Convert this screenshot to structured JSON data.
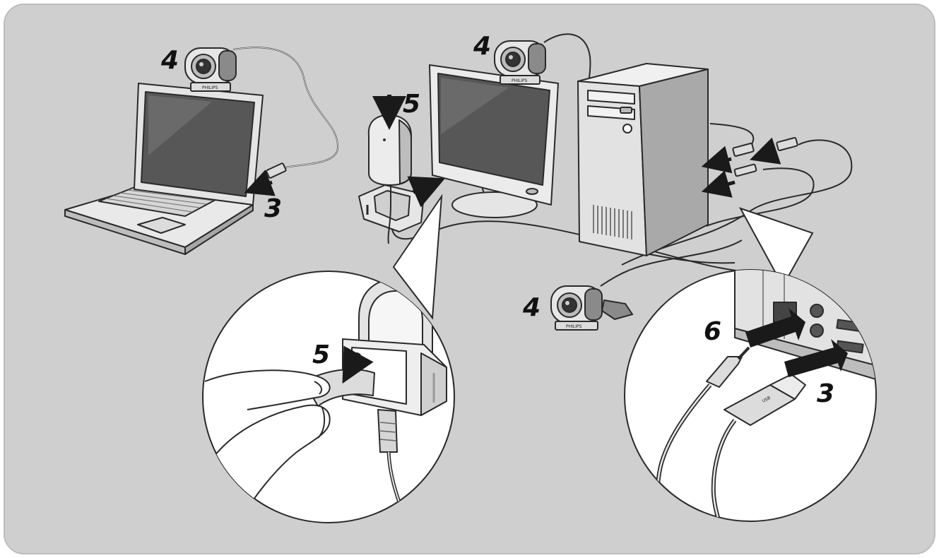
{
  "colors": {
    "panel": "#cfcfcf",
    "panel_border": "#bdbdbd",
    "device_light": "#ececec",
    "device_mid": "#bfbfbf",
    "device_dark": "#6f6f6f",
    "screen": "#575757",
    "outline": "#2a2a2a",
    "arrow": "#1a1a1a",
    "zoom_bg": "#ffffff"
  },
  "icons": [
    "laptop-icon",
    "webcam-icon",
    "monitor-icon",
    "pc-tower-icon",
    "microphone-icon",
    "usb-plug-icon",
    "audio-jack-icon",
    "hand-icon",
    "arrow-icon"
  ],
  "labels": {
    "laptop_webcam": "4",
    "laptop_usb": "3",
    "monitor_webcam": "4",
    "mic_clip": "5",
    "standalone_webcam": "4",
    "zoom_mic_tab": "5",
    "zoom_audio_plug": "6",
    "zoom_usb_plug": "3"
  }
}
